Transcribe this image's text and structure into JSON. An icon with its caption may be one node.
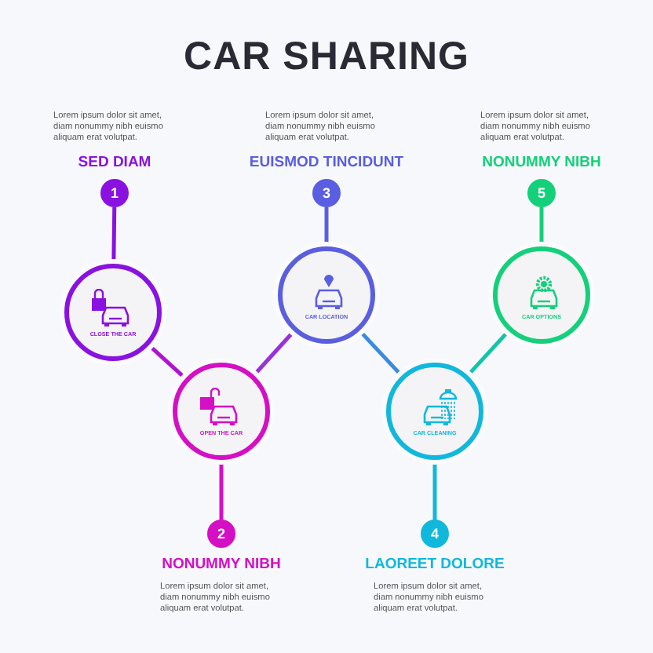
{
  "diagram": {
    "title": "CAR SHARING",
    "nodes": [
      {
        "text": [
          "1"
        ],
        "beside": [
          "SED DIAM",
          "Lorem ipsum dolor sit amet, diam nonummy nibh euismo aliquam erat volutpat."
        ]
      },
      {
        "text": [
          "2"
        ],
        "beside": [
          "NONUMMY NIBH",
          "Lorem ipsum dolor sit amet, diam nonummy nibh euismo aliquam erat volutpat."
        ]
      },
      {
        "text": [
          "3"
        ],
        "beside": [
          "EUISMOD TINCIDUNT",
          "Lorem ipsum dolor sit amet, diam nonummy nibh euismo aliquam erat volutpat."
        ]
      },
      {
        "text": [
          "4"
        ],
        "beside": [
          "LAOREET DOLORE",
          "Lorem ipsum dolor sit amet, diam nonummy nibh euismo aliquam erat volutpat."
        ]
      },
      {
        "text": [
          "5"
        ],
        "beside": [
          "NONUMMY NIBH",
          "Lorem ipsum dolor sit amet, diam nonummy nibh euismo aliquam erat volutpat."
        ]
      },
      {
        "text": [
          "CLOSE THE CAR"
        ]
      },
      {
        "text": [
          "OPEN THE CAR"
        ]
      },
      {
        "text": [
          "CAR LOCATION"
        ]
      },
      {
        "text": [
          "CAR CLEANING"
        ]
      },
      {
        "text": [
          "CAR OPTIONS"
        ]
      }
    ],
    "edges": [
      {
        "from": 0,
        "to": 5,
        "arrow": "none",
        "color": "#8a12e0"
      },
      {
        "from": 1,
        "to": 6,
        "arrow": "none",
        "color": "#d40fc4"
      },
      {
        "from": 2,
        "to": 7,
        "arrow": "none",
        "color": "#5a5ee0"
      },
      {
        "from": 3,
        "to": 8,
        "arrow": "none",
        "color": "#10b8dc"
      },
      {
        "from": 4,
        "to": 9,
        "arrow": "none",
        "color": "#14d07a"
      },
      {
        "from": 5,
        "to": 6,
        "arrow": "none",
        "color": "#b012d2"
      },
      {
        "from": 6,
        "to": 7,
        "arrow": "none",
        "color": "#9a30d8"
      },
      {
        "from": 7,
        "to": 8,
        "arrow": "none",
        "color": "#3a8ade"
      },
      {
        "from": 8,
        "to": 9,
        "arrow": "none",
        "color": "#12c4aa"
      }
    ]
  }
}
